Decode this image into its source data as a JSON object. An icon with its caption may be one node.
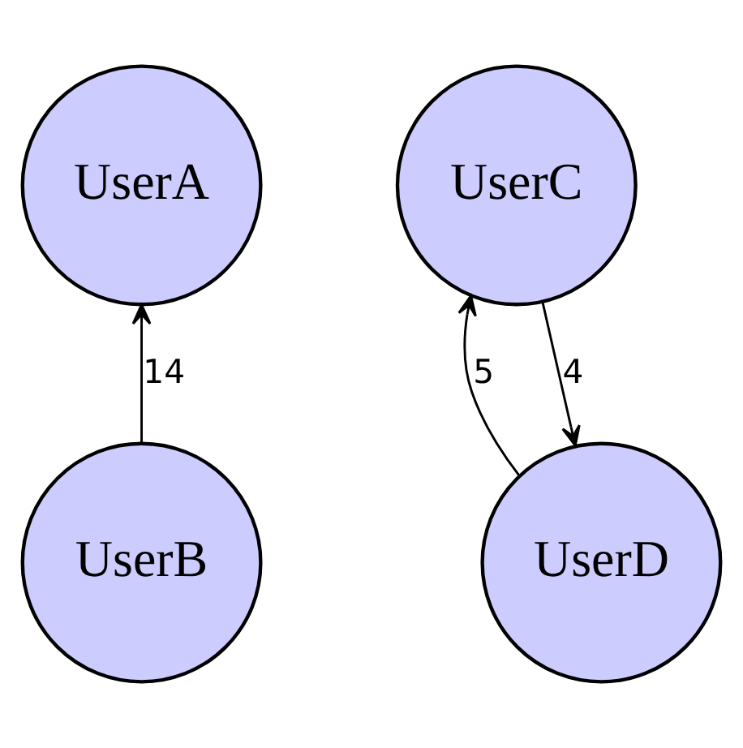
{
  "diagram": {
    "nodes": [
      {
        "text": [
          "UserA"
        ]
      },
      {
        "text": [
          "UserB"
        ]
      },
      {
        "text": [
          "UserD"
        ]
      },
      {
        "text": [
          "UserC"
        ]
      }
    ],
    "edges": [
      {
        "from": 1,
        "to": 0,
        "arrow": "to",
        "label": "14"
      },
      {
        "from": 2,
        "to": 3,
        "arrow": "to",
        "label": "5"
      },
      {
        "from": 3,
        "to": 2,
        "arrow": "to",
        "label": "4"
      }
    ]
  }
}
